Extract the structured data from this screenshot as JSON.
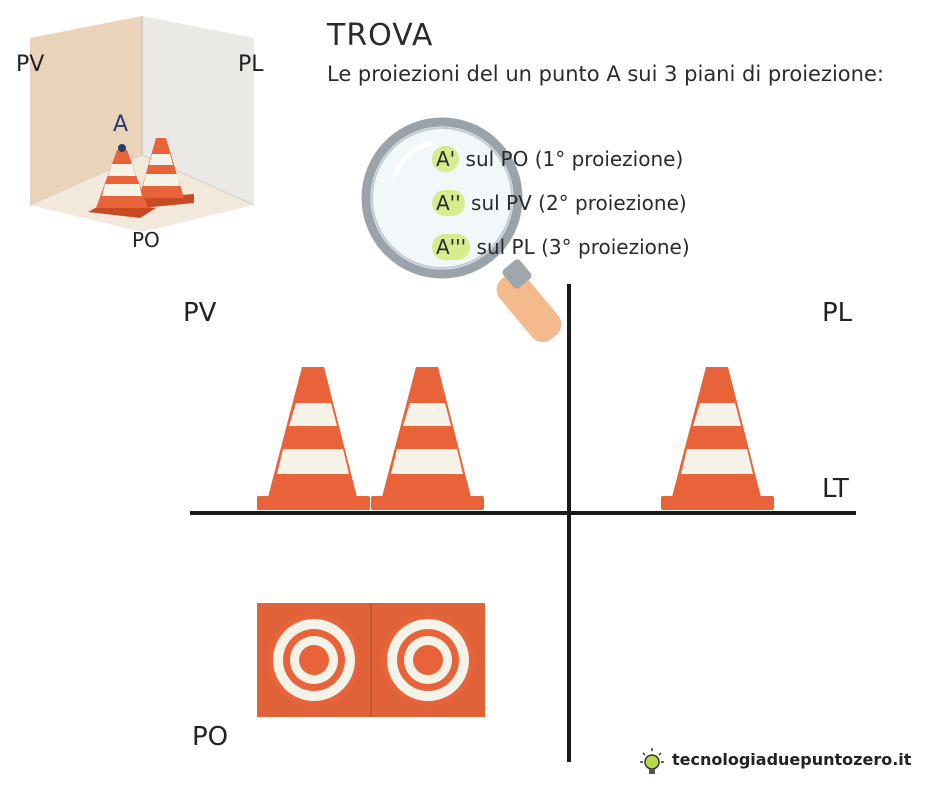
{
  "header": {
    "title": "TROVA",
    "description": "Le proiezioni del un punto A sui 3 piani di proiezione:"
  },
  "projections": [
    {
      "mark": "A'",
      "text": "sul PO (1° proiezione)"
    },
    {
      "mark": "A''",
      "text": "sul PV (2° proiezione)"
    },
    {
      "mark": "A'''",
      "text": "sul PL (3° proiezione)"
    }
  ],
  "corner_view": {
    "pv_label": "PV",
    "pl_label": "PL",
    "po_label": "PO",
    "point_label": "A"
  },
  "diagram": {
    "pv_label": "PV",
    "pl_label": "PL",
    "po_label": "PO",
    "lt_label": "LT"
  },
  "footer": {
    "brand": "tecnologiaduepuntozero.it"
  },
  "colors": {
    "cone_orange": "#e8623a",
    "cone_white": "#f5f3e8",
    "highlight": "#d6ec8e",
    "wall_left": "#e9d4bb",
    "wall_right": "#ebe9e5",
    "floor": "#f2e8dc"
  }
}
